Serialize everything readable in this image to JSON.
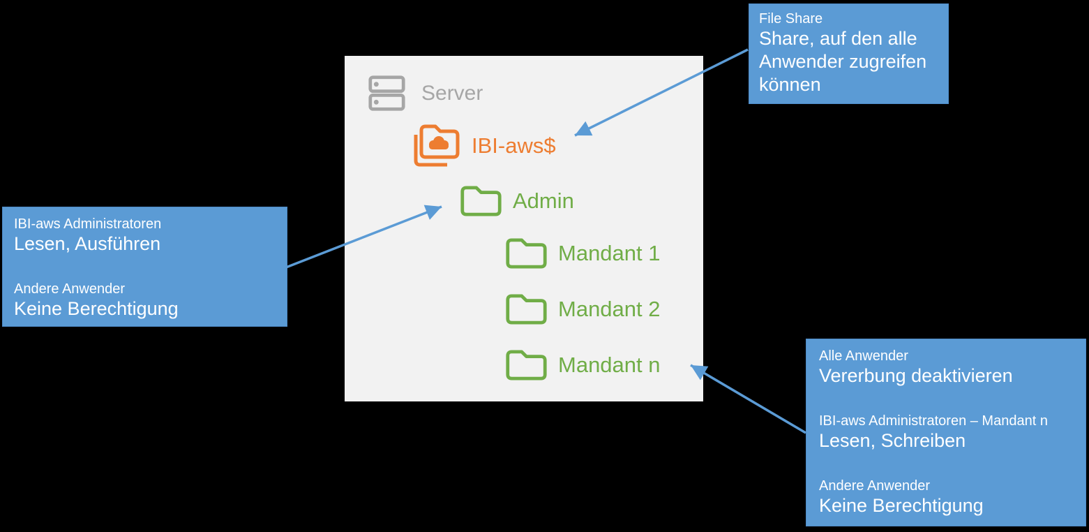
{
  "colors": {
    "background": "#000000",
    "panel_bg": "#F2F2F2",
    "accent_blue": "#5B9BD5",
    "green": "#70AD47",
    "orange": "#ED7D31",
    "gray": "#A6A6A6",
    "text_white": "#FFFFFF"
  },
  "tree": {
    "server": "Server",
    "server_icon": "server-icon",
    "items": [
      {
        "label": "IBI-aws$",
        "icon": "shared-cloud-folder-icon",
        "color": "#ED7D31",
        "level": 1
      },
      {
        "label": "Admin",
        "icon": "folder-icon",
        "color": "#70AD47",
        "level": 2
      },
      {
        "label": "Mandant 1",
        "icon": "folder-icon",
        "color": "#70AD47",
        "level": 3
      },
      {
        "label": "Mandant 2",
        "icon": "folder-icon",
        "color": "#70AD47",
        "level": 3
      },
      {
        "label": "Mandant n",
        "icon": "folder-icon",
        "color": "#70AD47",
        "level": 3
      }
    ]
  },
  "callouts": {
    "file_share": {
      "title": "File Share",
      "body": "Share, auf den alle Anwender zugreifen können",
      "target": "IBI-aws$"
    },
    "admin": {
      "group1_title": "IBI-aws Administratoren",
      "group1_permission": "Lesen, Ausführen",
      "group2_title": "Andere Anwender",
      "group2_permission": "Keine Berechtigung",
      "target": "Admin"
    },
    "mandant": {
      "group1_title": "Alle Anwender",
      "group1_permission": "Vererbung deaktivieren",
      "group2_title": "IBI-aws Administratoren – Mandant n",
      "group2_permission": "Lesen, Schreiben",
      "group3_title": "Andere Anwender",
      "group3_permission": "Keine Berechtigung",
      "target": "Mandant n"
    }
  },
  "arrows": [
    {
      "from": "callout-file-share",
      "to": "IBI-aws$"
    },
    {
      "from": "callout-admin",
      "to": "Admin"
    },
    {
      "from": "callout-mandant",
      "to": "Mandant n"
    }
  ]
}
